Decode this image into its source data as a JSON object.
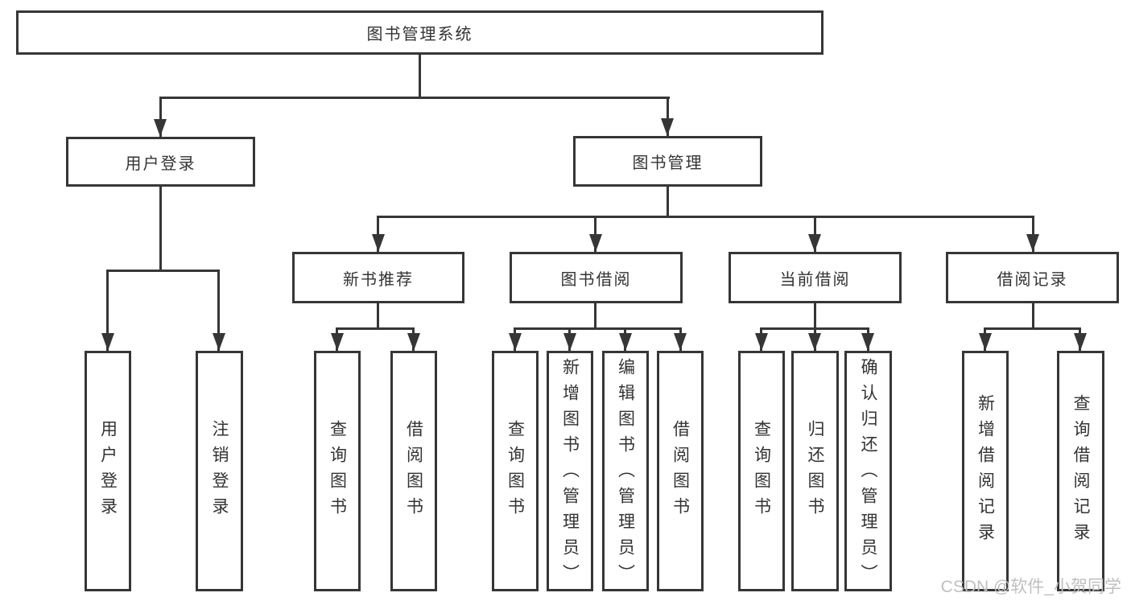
{
  "diagram": {
    "type": "hierarchy-tree",
    "title": "图书管理系统",
    "colors": {
      "line": "#363636",
      "border": "#363636",
      "text": "#333333",
      "background": "#ffffff",
      "watermark": "#bfbfbf"
    },
    "nodes": {
      "root": {
        "label": "图书管理系统"
      },
      "user_login": {
        "label": "用户登录"
      },
      "book_mgmt": {
        "label": "图书管理"
      },
      "new_book_rec": {
        "label": "新书推荐"
      },
      "book_borrow": {
        "label": "图书借阅"
      },
      "current_borrow": {
        "label": "当前借阅"
      },
      "borrow_records": {
        "label": "借阅记录"
      },
      "user_login_leaf": {
        "label": "用户登录"
      },
      "logout_leaf": {
        "label": "注销登录"
      },
      "nbr_query_books": {
        "label": "查询图书"
      },
      "nbr_borrow_books": {
        "label": "借阅图书"
      },
      "bb_query_books": {
        "label": "查询图书"
      },
      "bb_add_books": {
        "label": "新增图书（管理员）"
      },
      "bb_edit_books": {
        "label": "编辑图书（管理员）"
      },
      "bb_borrow_books": {
        "label": "借阅图书"
      },
      "cb_query_books": {
        "label": "查询图书"
      },
      "cb_return_books": {
        "label": "归还图书"
      },
      "cb_confirm_return": {
        "label": "确认归还（管理员）"
      },
      "br_add_record": {
        "label": "新增借阅记录"
      },
      "br_query_record": {
        "label": "查询借阅记录"
      }
    },
    "edges": [
      {
        "from": "root",
        "to": "user_login"
      },
      {
        "from": "root",
        "to": "book_mgmt"
      },
      {
        "from": "user_login",
        "to": "user_login_leaf"
      },
      {
        "from": "user_login",
        "to": "logout_leaf"
      },
      {
        "from": "book_mgmt",
        "to": "new_book_rec"
      },
      {
        "from": "book_mgmt",
        "to": "book_borrow"
      },
      {
        "from": "book_mgmt",
        "to": "current_borrow"
      },
      {
        "from": "book_mgmt",
        "to": "borrow_records"
      },
      {
        "from": "new_book_rec",
        "to": "nbr_query_books"
      },
      {
        "from": "new_book_rec",
        "to": "nbr_borrow_books"
      },
      {
        "from": "book_borrow",
        "to": "bb_query_books"
      },
      {
        "from": "book_borrow",
        "to": "bb_add_books"
      },
      {
        "from": "book_borrow",
        "to": "bb_edit_books"
      },
      {
        "from": "book_borrow",
        "to": "bb_borrow_books"
      },
      {
        "from": "current_borrow",
        "to": "cb_query_books"
      },
      {
        "from": "current_borrow",
        "to": "cb_return_books"
      },
      {
        "from": "current_borrow",
        "to": "cb_confirm_return"
      },
      {
        "from": "borrow_records",
        "to": "br_add_record"
      },
      {
        "from": "borrow_records",
        "to": "br_query_record"
      }
    ],
    "watermark": "CSDN @软件_小贺同学"
  }
}
